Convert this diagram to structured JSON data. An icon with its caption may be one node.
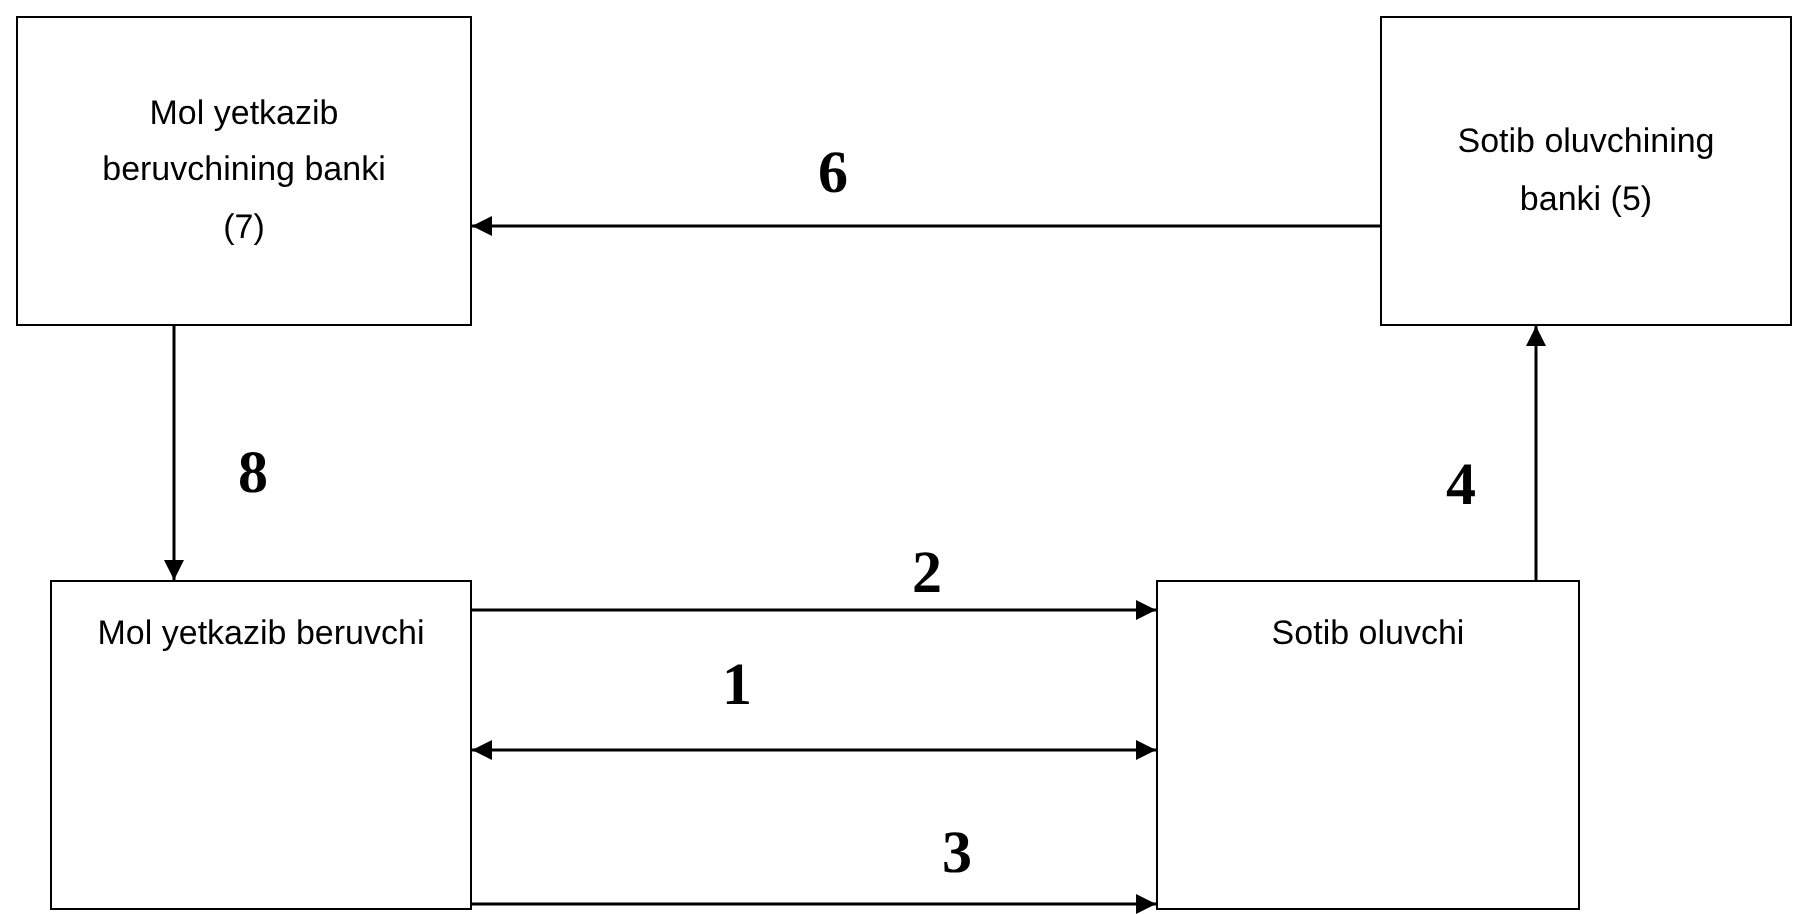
{
  "diagram": {
    "nodes": [
      {
        "text": [
          "Mol yetkazib beruvchining banki (7)"
        ]
      },
      {
        "text": [
          "Sotib oluvchining banki (5)"
        ]
      },
      {
        "text": [
          "Mol yetkazib beruvchi"
        ]
      },
      {
        "text": [
          "Sotib oluvchi"
        ]
      }
    ],
    "edges": [
      {
        "from": 1,
        "to": 0,
        "arrow": "to",
        "label": "6"
      },
      {
        "from": 0,
        "to": 2,
        "arrow": "to",
        "label": "8"
      },
      {
        "from": 3,
        "to": 1,
        "arrow": "to",
        "label": "4"
      },
      {
        "from": 2,
        "to": 3,
        "arrow": "to",
        "label": "2"
      },
      {
        "from": 2,
        "to": 3,
        "arrow": "both",
        "label": "1"
      },
      {
        "from": 2,
        "to": 3,
        "arrow": "to",
        "label": "3"
      }
    ]
  }
}
